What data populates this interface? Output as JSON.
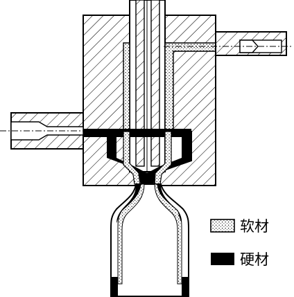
{
  "diagram": {
    "legend": {
      "items": [
        {
          "label": "软材",
          "swatch": "dotted"
        },
        {
          "label": "硬材",
          "swatch": "solid"
        }
      ]
    },
    "colors": {
      "ink": "#000000",
      "paper": "#ffffff"
    }
  }
}
